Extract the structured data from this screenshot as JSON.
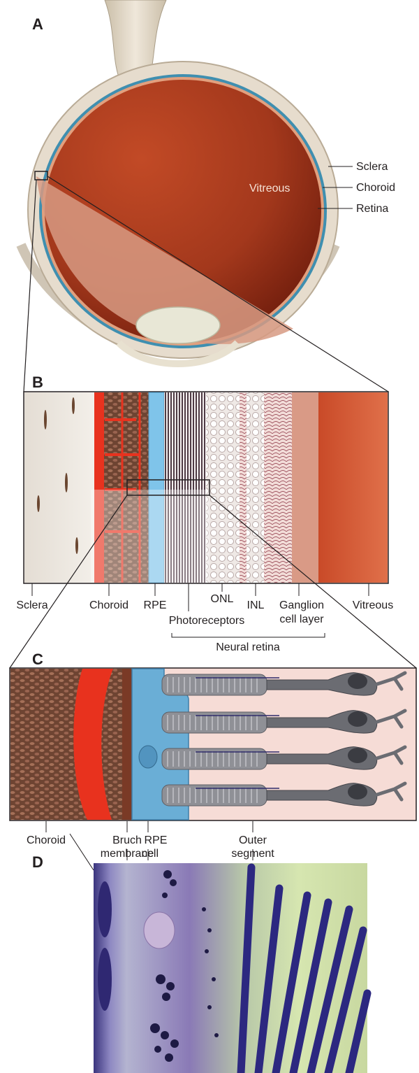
{
  "panels": {
    "a": {
      "letter": "A",
      "labels": {
        "sclera": "Sclera",
        "choroid": "Choroid",
        "retina": "Retina",
        "vitreous": "Vitreous"
      }
    },
    "b": {
      "letter": "B",
      "labels": {
        "sclera": "Sclera",
        "choroid": "Choroid",
        "rpe": "RPE",
        "photoreceptors": "Photoreceptors",
        "onl": "ONL",
        "inl": "INL",
        "ganglion_line1": "Ganglion",
        "ganglion_line2": "cell layer",
        "vitreous": "Vitreous",
        "neural_retina": "Neural retina"
      }
    },
    "c": {
      "letter": "C",
      "labels": {
        "choroid": "Choroid",
        "bruch_line1": "Bruch",
        "bruch_line2": "membrane",
        "rpe_line1": "RPE",
        "rpe_line2": "cell",
        "outer_line1": "Outer",
        "outer_line2": "segment"
      }
    },
    "d": {
      "letter": "D"
    }
  },
  "colors": {
    "vitreous": "#a83a1e",
    "sclera": "#eae2d6",
    "choroid_vessel": "#e8321e",
    "choroid_tissue": "#7a4a38",
    "rpe": "#7fc4ea",
    "photoreceptor": "#8e8e94",
    "micrograph_bg": "#4a3f86"
  }
}
